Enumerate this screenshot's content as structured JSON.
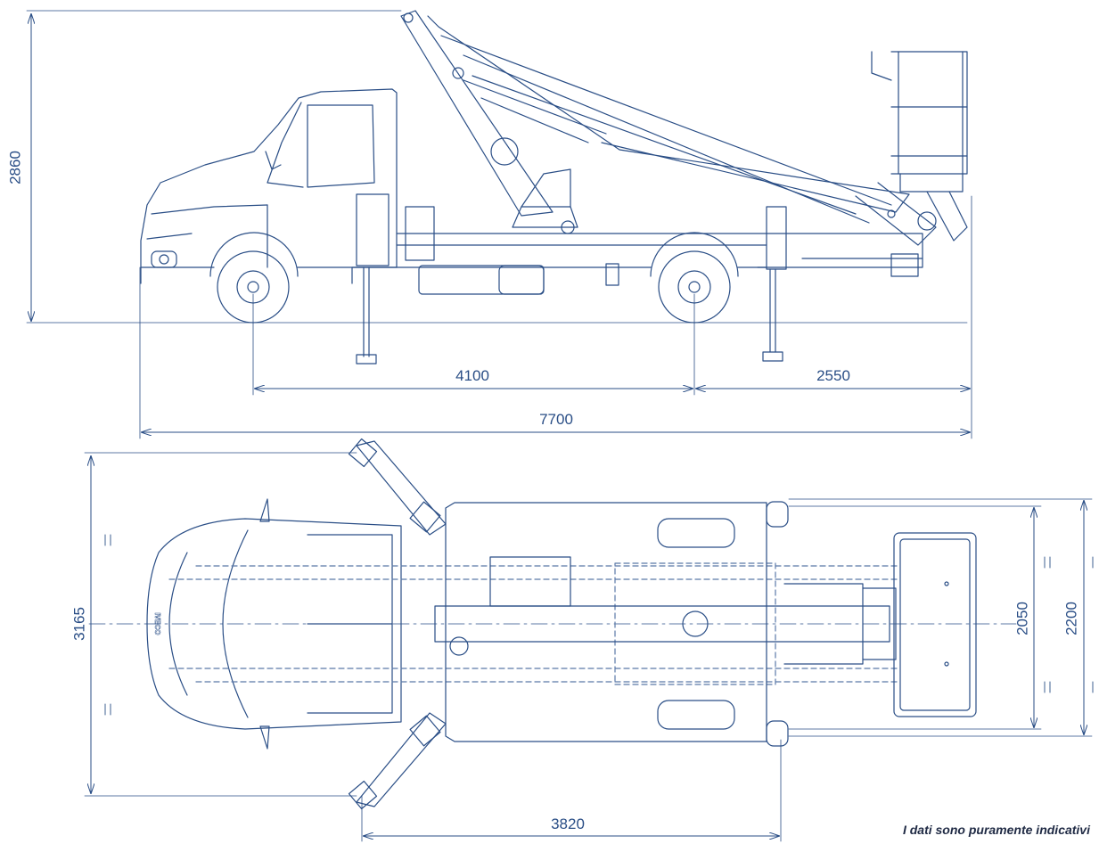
{
  "colors": {
    "line": "#2a4e86",
    "dash": "#5b79a8",
    "note": "#1f2a44"
  },
  "dimensions": {
    "side_height": "2860",
    "wheelbase": "4100",
    "rear_overhang": "2550",
    "overall_length": "7700",
    "outrigger_span": "3165",
    "outrigger_base": "3820",
    "platform_width": "2050",
    "overall_width": "2200"
  },
  "note": "I dati sono puramente indicativi",
  "brand_mark": "IVECO"
}
